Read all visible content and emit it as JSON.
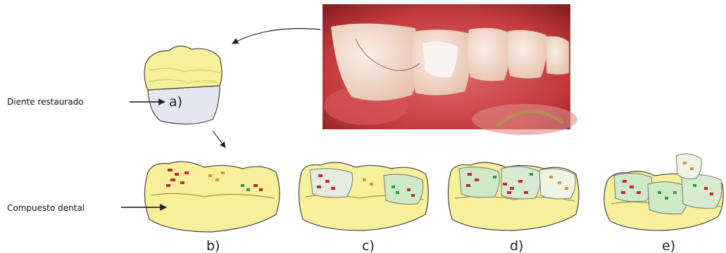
{
  "labels": {
    "restored_tooth": "Diente restaurado",
    "dental_composite": "Compuesto dental"
  },
  "panels": [
    "a)",
    "b)",
    "c)",
    "d)",
    "e)"
  ],
  "colors": {
    "enamel_yellow": "#f7ef99",
    "enamel_outline": "#8a8a2a",
    "root_gray": "#e6e6ef",
    "particle_red": "#c0283a",
    "particle_green": "#2e9e4a",
    "patch_green": "#cde9c6",
    "photo_gum": "#c23a3a",
    "photo_tooth": "#f3ddd0"
  },
  "icons": {
    "arrow": "arrow-right-icon",
    "curved_arrow": "curved-arrow-icon"
  }
}
